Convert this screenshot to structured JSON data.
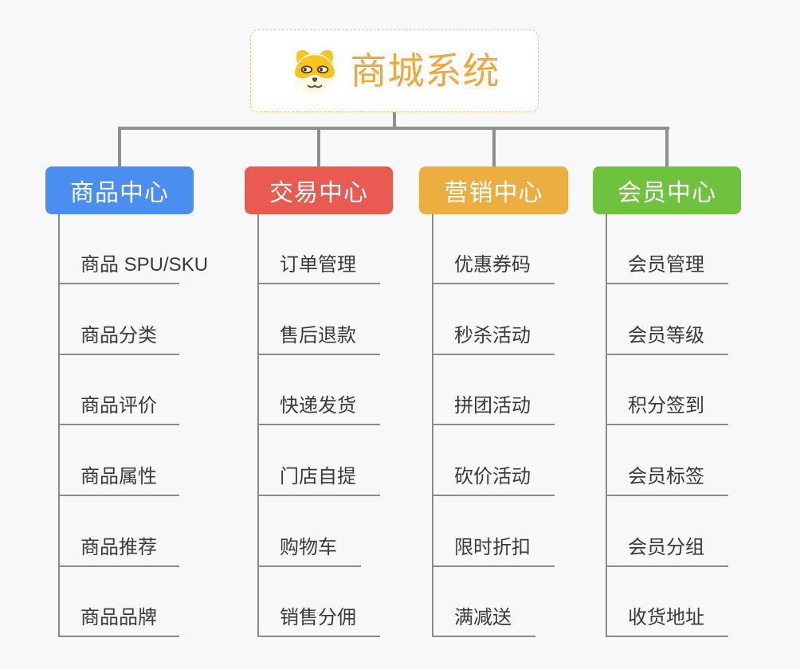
{
  "root": {
    "title": "商城系统",
    "icon": "dog-face-icon"
  },
  "branches": [
    {
      "label": "商品中心",
      "color": "#4A8FF0",
      "children": [
        "商品 SPU/SKU",
        "商品分类",
        "商品评价",
        "商品属性",
        "商品推荐",
        "商品品牌"
      ]
    },
    {
      "label": "交易中心",
      "color": "#E95A50",
      "children": [
        "订单管理",
        "售后退款",
        "快递发货",
        "门店自提",
        "购物车",
        "销售分佣"
      ]
    },
    {
      "label": "营销中心",
      "color": "#ECAE41",
      "children": [
        "优惠券码",
        "秒杀活动",
        "拼团活动",
        "砍价活动",
        "限时折扣",
        "满减送"
      ]
    },
    {
      "label": "会员中心",
      "color": "#6FC23D",
      "children": [
        "会员管理",
        "会员等级",
        "积分签到",
        "会员标签",
        "会员分组",
        "收货地址"
      ]
    }
  ],
  "colors": {
    "background": "#F8F8F8",
    "connector": "#8F8F8F",
    "branch_line": "#8A8A8A",
    "root_accent": "#F0A83C",
    "root_border": "#F2C178",
    "leaf_text": "#3A3A3A",
    "header_text": "#FFFFFF"
  }
}
